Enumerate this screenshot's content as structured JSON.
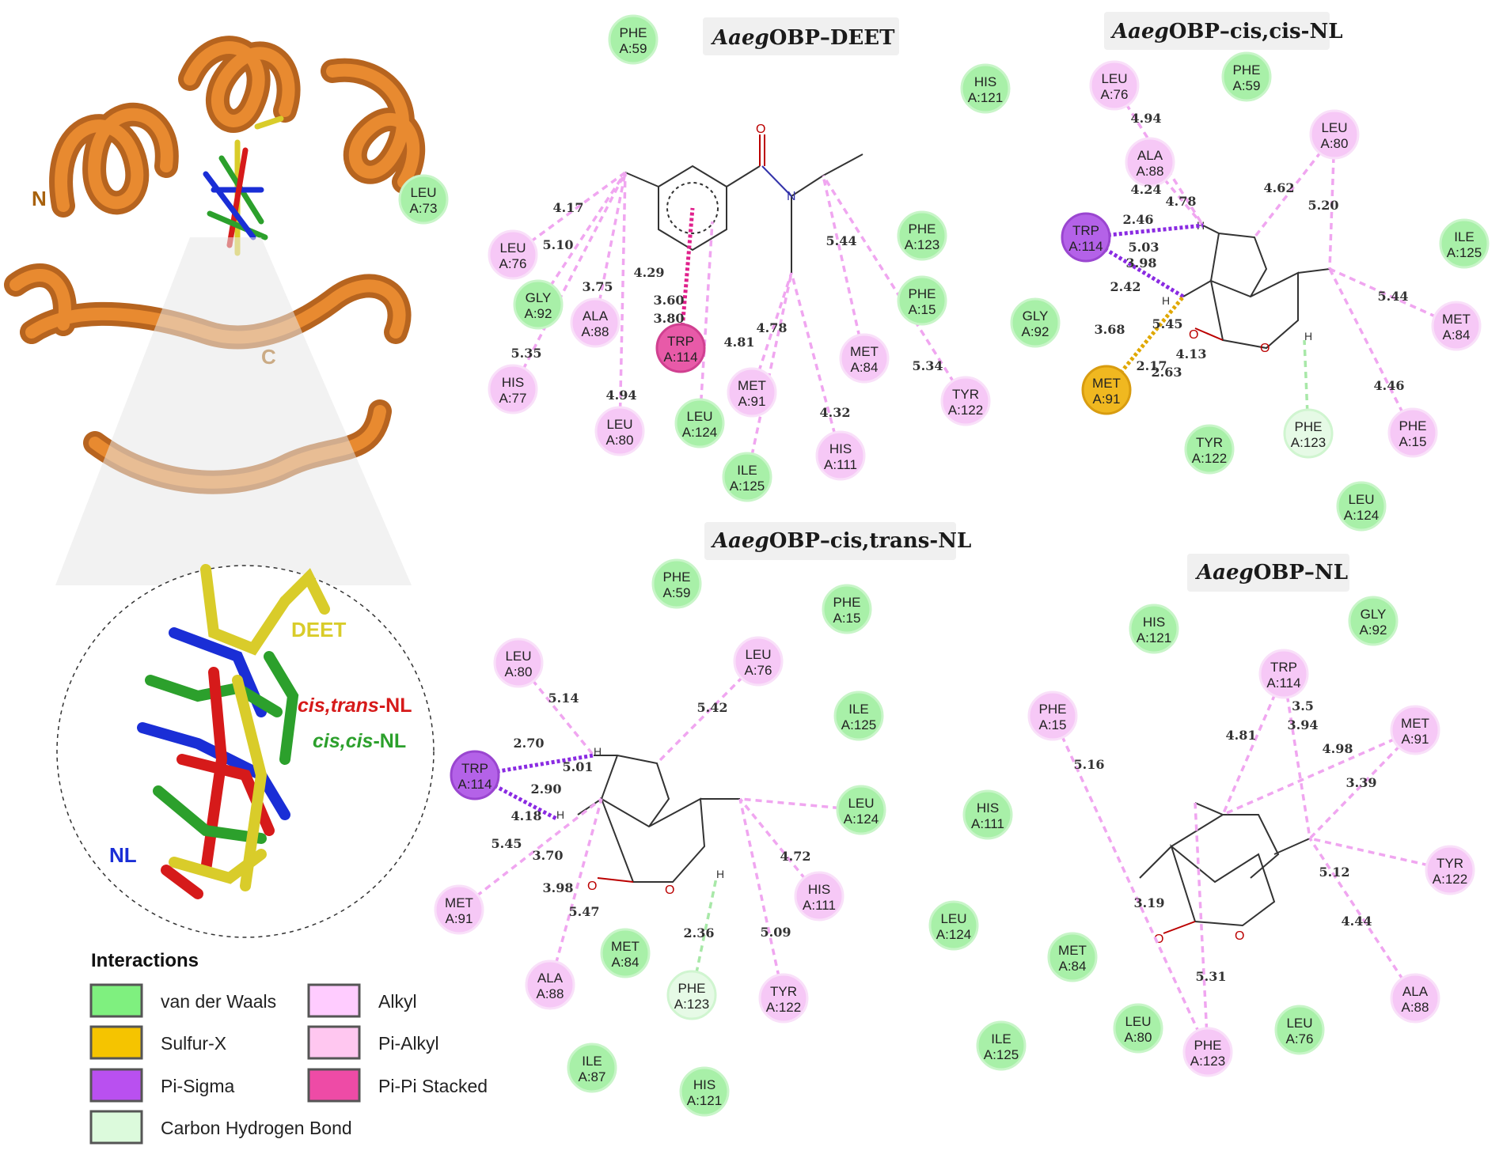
{
  "panels": {
    "deet": {
      "title_italic": "Aaeg",
      "title_rest": "OBP–DEET",
      "residues": [
        {
          "name": "PHE",
          "chain": "A:59",
          "type": "vdw"
        },
        {
          "name": "HIS",
          "chain": "A:121",
          "type": "vdw"
        },
        {
          "name": "LEU",
          "chain": "A:73",
          "type": "vdw"
        },
        {
          "name": "LEU",
          "chain": "A:76",
          "type": "alkyl"
        },
        {
          "name": "GLY",
          "chain": "A:92",
          "type": "vdw"
        },
        {
          "name": "ALA",
          "chain": "A:88",
          "type": "alkyl"
        },
        {
          "name": "HIS",
          "chain": "A:77",
          "type": "alkyl"
        },
        {
          "name": "LEU",
          "chain": "A:80",
          "type": "alkyl"
        },
        {
          "name": "LEU",
          "chain": "A:124",
          "type": "vdw"
        },
        {
          "name": "TRP",
          "chain": "A:114",
          "type": "pipi"
        },
        {
          "name": "MET",
          "chain": "A:91",
          "type": "alkyl"
        },
        {
          "name": "ILE",
          "chain": "A:125",
          "type": "vdw"
        },
        {
          "name": "HIS",
          "chain": "A:111",
          "type": "alkyl"
        },
        {
          "name": "MET",
          "chain": "A:84",
          "type": "alkyl"
        },
        {
          "name": "TYR",
          "chain": "A:122",
          "type": "alkyl"
        },
        {
          "name": "PHE",
          "chain": "A:123",
          "type": "vdw"
        },
        {
          "name": "PHE",
          "chain": "A:15",
          "type": "vdw"
        }
      ],
      "distances": [
        "4.17",
        "5.10",
        "3.75",
        "4.29",
        "5.35",
        "4.94",
        "3.60",
        "3.80",
        "4.81",
        "4.78",
        "4.32",
        "5.44",
        "5.34"
      ]
    },
    "cis_cis": {
      "title_italic": "Aaeg",
      "title_rest": "OBP–cis,cis-NL",
      "residues": [
        {
          "name": "LEU",
          "chain": "A:76",
          "type": "alkyl"
        },
        {
          "name": "PHE",
          "chain": "A:59",
          "type": "vdw"
        },
        {
          "name": "ALA",
          "chain": "A:88",
          "type": "alkyl"
        },
        {
          "name": "LEU",
          "chain": "A:80",
          "type": "alkyl"
        },
        {
          "name": "TRP",
          "chain": "A:114",
          "type": "pisigma"
        },
        {
          "name": "ILE",
          "chain": "A:125",
          "type": "vdw"
        },
        {
          "name": "GLY",
          "chain": "A:92",
          "type": "vdw"
        },
        {
          "name": "MET",
          "chain": "A:84",
          "type": "alkyl"
        },
        {
          "name": "MET",
          "chain": "A:91",
          "type": "sulfur"
        },
        {
          "name": "TYR",
          "chain": "A:122",
          "type": "vdw"
        },
        {
          "name": "PHE",
          "chain": "A:123",
          "type": "chbond"
        },
        {
          "name": "PHE",
          "chain": "A:15",
          "type": "alkyl"
        },
        {
          "name": "LEU",
          "chain": "A:124",
          "type": "vdw"
        }
      ],
      "distances": [
        "4.94",
        "4.24",
        "4.78",
        "4.62",
        "5.20",
        "2.46",
        "5.03",
        "3.98",
        "2.42",
        "3.68",
        "5.45",
        "5.44",
        "2.63",
        "2.17",
        "4.13",
        "4.46"
      ]
    },
    "cis_trans": {
      "title_italic": "Aaeg",
      "title_rest": "OBP–cis,trans-NL",
      "residues": [
        {
          "name": "PHE",
          "chain": "A:59",
          "type": "vdw"
        },
        {
          "name": "PHE",
          "chain": "A:15",
          "type": "vdw"
        },
        {
          "name": "LEU",
          "chain": "A:80",
          "type": "alkyl"
        },
        {
          "name": "LEU",
          "chain": "A:76",
          "type": "alkyl"
        },
        {
          "name": "ILE",
          "chain": "A:125",
          "type": "vdw"
        },
        {
          "name": "TRP",
          "chain": "A:114",
          "type": "pisigma"
        },
        {
          "name": "LEU",
          "chain": "A:124",
          "type": "vdw"
        },
        {
          "name": "MET",
          "chain": "A:91",
          "type": "alkyl"
        },
        {
          "name": "HIS",
          "chain": "A:111",
          "type": "alkyl"
        },
        {
          "name": "ALA",
          "chain": "A:88",
          "type": "alkyl"
        },
        {
          "name": "MET",
          "chain": "A:84",
          "type": "vdw"
        },
        {
          "name": "PHE",
          "chain": "A:123",
          "type": "chbond"
        },
        {
          "name": "TYR",
          "chain": "A:122",
          "type": "alkyl"
        },
        {
          "name": "ILE",
          "chain": "A:87",
          "type": "vdw"
        },
        {
          "name": "HIS",
          "chain": "A:121",
          "type": "vdw"
        }
      ],
      "distances": [
        "5.14",
        "5.42",
        "2.70",
        "5.01",
        "2.90",
        "4.18",
        "5.45",
        "3.70",
        "3.98",
        "5.47",
        "2.36",
        "4.72",
        "5.09"
      ]
    },
    "nl": {
      "title_italic": "Aaeg",
      "title_rest": "OBP–NL",
      "residues": [
        {
          "name": "HIS",
          "chain": "A:121",
          "type": "vdw"
        },
        {
          "name": "GLY",
          "chain": "A:92",
          "type": "vdw"
        },
        {
          "name": "TRP",
          "chain": "A:114",
          "type": "alkyl"
        },
        {
          "name": "PHE",
          "chain": "A:15",
          "type": "alkyl"
        },
        {
          "name": "MET",
          "chain": "A:91",
          "type": "alkyl"
        },
        {
          "name": "HIS",
          "chain": "A:111",
          "type": "vdw"
        },
        {
          "name": "TYR",
          "chain": "A:122",
          "type": "alkyl"
        },
        {
          "name": "LEU",
          "chain": "A:124",
          "type": "vdw"
        },
        {
          "name": "MET",
          "chain": "A:84",
          "type": "vdw"
        },
        {
          "name": "ALA",
          "chain": "A:88",
          "type": "alkyl"
        },
        {
          "name": "ILE",
          "chain": "A:125",
          "type": "vdw"
        },
        {
          "name": "LEU",
          "chain": "A:80",
          "type": "vdw"
        },
        {
          "name": "PHE",
          "chain": "A:123",
          "type": "alkyl"
        },
        {
          "name": "LEU",
          "chain": "A:76",
          "type": "vdw"
        }
      ],
      "distances": [
        "4.81",
        "3.5",
        "3.94",
        "4.98",
        "5.16",
        "3.39",
        "5.12",
        "3.19",
        "4.44",
        "5.31"
      ]
    }
  },
  "protein": {
    "n_label": "N",
    "c_label": "C"
  },
  "overlay": {
    "deet_label": "DEET",
    "cis_trans_italic": "cis,trans",
    "cis_trans_rest": "-NL",
    "cis_cis_italic": "cis,cis",
    "cis_cis_rest": "-NL",
    "nl_label": "NL"
  },
  "legend": {
    "title": "Interactions",
    "items": [
      {
        "key": "vdw",
        "label": "van der Waals",
        "color": "#7ff07f"
      },
      {
        "key": "alkyl",
        "label": "Alkyl",
        "color": "#ffccff"
      },
      {
        "key": "sulfur",
        "label": "Sulfur-X",
        "color": "#f5c400"
      },
      {
        "key": "pialkyl",
        "label": "Pi-Alkyl",
        "color": "#ffc7f0"
      },
      {
        "key": "pisigma",
        "label": "Pi-Sigma",
        "color": "#b950f0"
      },
      {
        "key": "pipi",
        "label": "Pi-Pi Stacked",
        "color": "#ee4ba6"
      },
      {
        "key": "chbond",
        "label": "Carbon Hydrogen Bond",
        "color": "#dcfadc"
      }
    ]
  },
  "colors": {
    "vdw": "#a8f0a8",
    "alkyl": "#f6c8f6",
    "pisigma": "#b462e8",
    "pipi": "#e85aa8",
    "sulfur": "#f0b820",
    "chbond": "#e6fae6",
    "protein": "#d2731e",
    "deet": "#d9cc2a",
    "cis_trans": "#d61a1a",
    "cis_cis": "#2ca02c",
    "nl": "#1a2ed6"
  }
}
